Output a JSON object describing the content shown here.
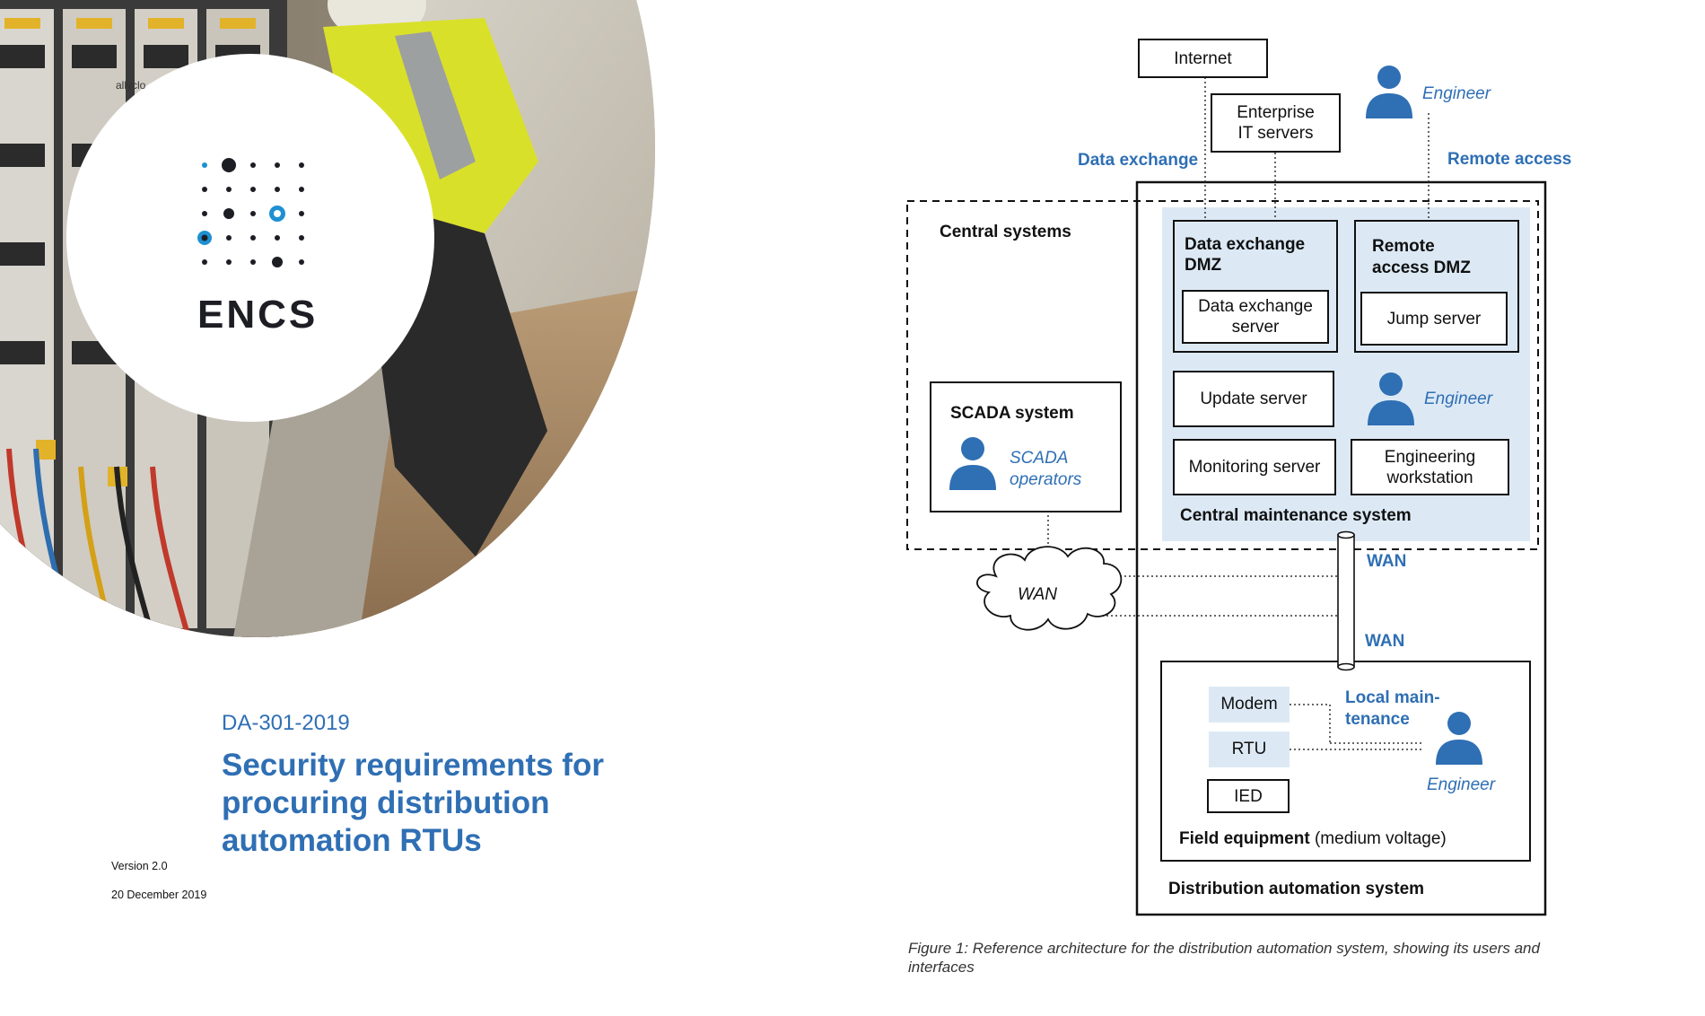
{
  "cover": {
    "photo_caption_stray": "allyclo",
    "logo_text": "ENCS",
    "document_code": "DA-301-2019",
    "title_lines": [
      "Security requirements for",
      "procuring distribution",
      "automation RTUs"
    ],
    "version": "Version 2.0",
    "date": "20 December 2019",
    "brand_color": "#2f6fb4"
  },
  "diagram": {
    "internet": "Internet",
    "enterprise_it_lines": [
      "Enterprise",
      "IT servers"
    ],
    "engineer_top": "Engineer",
    "data_exchange": "Data exchange",
    "remote_access": "Remote access",
    "central_systems": "Central systems",
    "data_exchange_dmz_lines": [
      "Data exchange",
      "DMZ"
    ],
    "data_exchange_server_lines": [
      "Data exchange",
      "server"
    ],
    "remote_access_dmz_lines": [
      "Remote",
      "access DMZ"
    ],
    "jump_server": "Jump server",
    "update_server": "Update server",
    "engineer_mid": "Engineer",
    "monitoring_server": "Monitoring server",
    "engineering_workstation_lines": [
      "Engineering",
      "workstation"
    ],
    "central_maintenance_system": "Central maintenance system",
    "scada_system": "SCADA system",
    "scada_operators_lines": [
      "SCADA",
      "operators"
    ],
    "wan_cloud": "WAN",
    "wan_upper": "WAN",
    "wan_lower": "WAN",
    "modem": "Modem",
    "rtu": "RTU",
    "ied": "IED",
    "local_maintenance_lines": [
      "Local main-",
      "tenance"
    ],
    "engineer_field": "Engineer",
    "field_equipment_bold": "Field equipment",
    "field_equipment_rest": " (medium voltage)",
    "distribution_automation_system": "Distribution automation system",
    "dmz_fill_color": "#dce9f5",
    "person_icon": "person-icon",
    "cloud_icon": "cloud-icon"
  },
  "caption": "Figure 1: Reference architecture for the distribution automation system, showing its users and interfaces"
}
